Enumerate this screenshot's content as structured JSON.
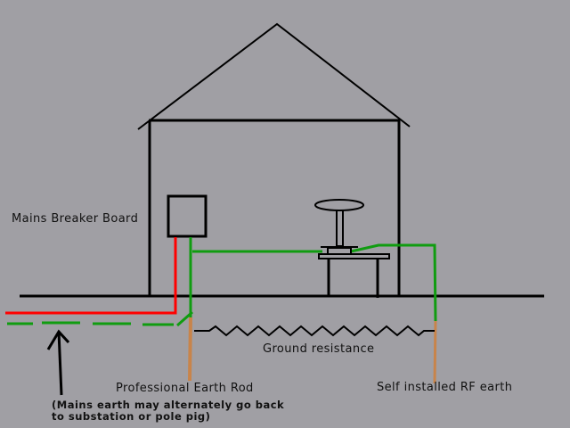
{
  "labels": {
    "breaker_board": "Mains Breaker Board",
    "ground_resistance": "Ground resistance",
    "professional_rod": "Professional Earth Rod",
    "rf_earth": "Self installed RF earth",
    "note_line1": "(Mains earth may alternately go back",
    "note_line2": "to substation or pole pig)"
  },
  "colors": {
    "background": "#a09fa4",
    "outline": "#000000",
    "live_wire": "#ff0000",
    "earth_wire": "#109c10",
    "earth_rod": "#c8844a"
  }
}
